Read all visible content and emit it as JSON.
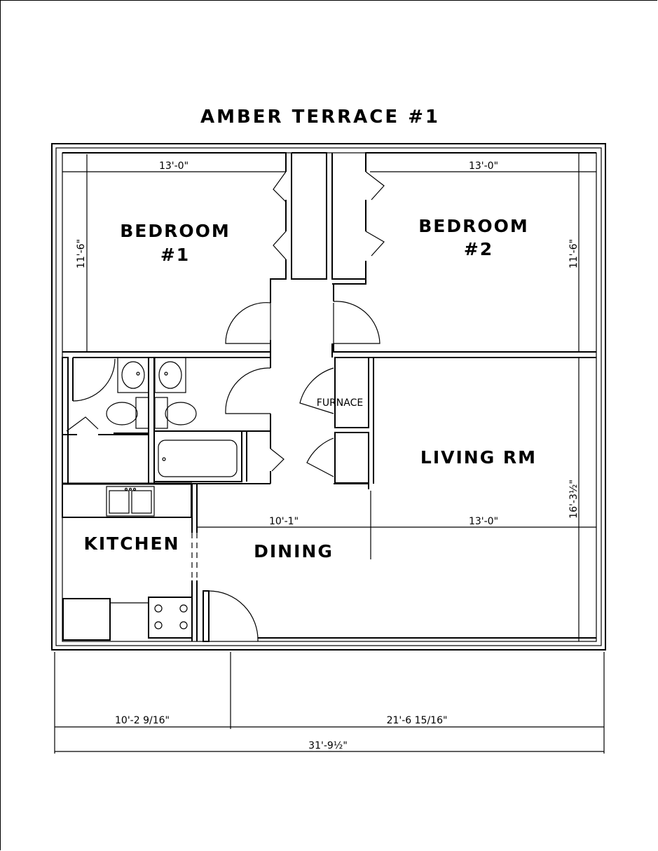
{
  "title": "AMBER TERRACE #1",
  "rooms": {
    "bedroom1": "BEDROOM",
    "bedroom1_num": "#1",
    "bedroom2": "BEDROOM",
    "bedroom2_num": "#2",
    "living": "LIVING RM",
    "kitchen": "KITCHEN",
    "dining": "DINING",
    "furnace": "FURNACE"
  },
  "dimensions": {
    "bed1_width": "13'-0\"",
    "bed2_width": "13'-0\"",
    "bed1_depth": "11'-6\"",
    "bed2_depth": "11'-6\"",
    "living_depth": "16'-3½\"",
    "dining_width": "10'-1\"",
    "living_width": "13'-0\"",
    "left_overall": "10'-2 9/16\"",
    "right_overall": "21'-6 15/16\"",
    "total_width": "31'-9½\""
  }
}
